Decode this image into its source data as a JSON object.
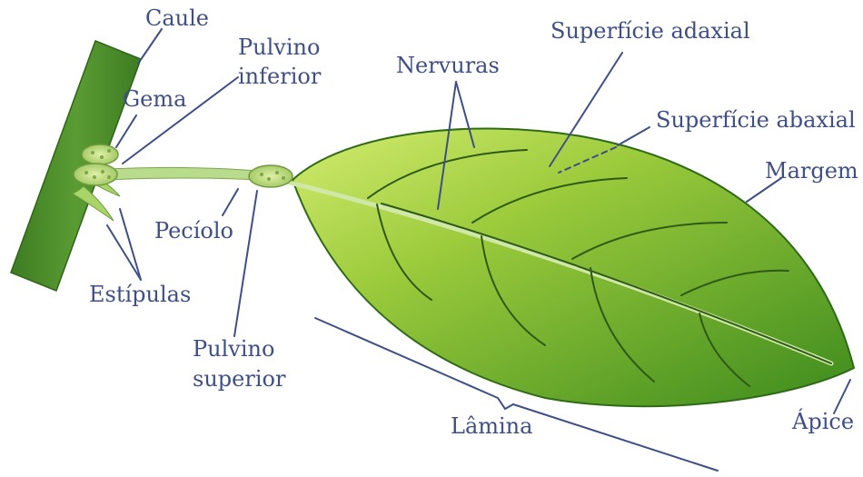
{
  "labels": {
    "caule": "Caule",
    "gema": "Gema",
    "pulvino_inferior_1": "Pulvino",
    "pulvino_inferior_2": "inferior",
    "nervuras": "Nervuras",
    "superficie_adaxial": "Superfície adaxial",
    "superficie_abaxial": "Superfície abaxial",
    "margem": "Margem",
    "peciolo": "Pecíolo",
    "estipulas": "Estípulas",
    "pulvino_superior_1": "Pulvino",
    "pulvino_superior_2": "superior",
    "lamina": "Lâmina",
    "apice": "Ápice"
  },
  "colors": {
    "label": "#3e4f86",
    "stem": "#4f8f2c",
    "leaf_light": "#c6e65c",
    "leaf_dark": "#3f8a1e",
    "vein": "#2f5a16",
    "petiole": "#b7d98a"
  }
}
